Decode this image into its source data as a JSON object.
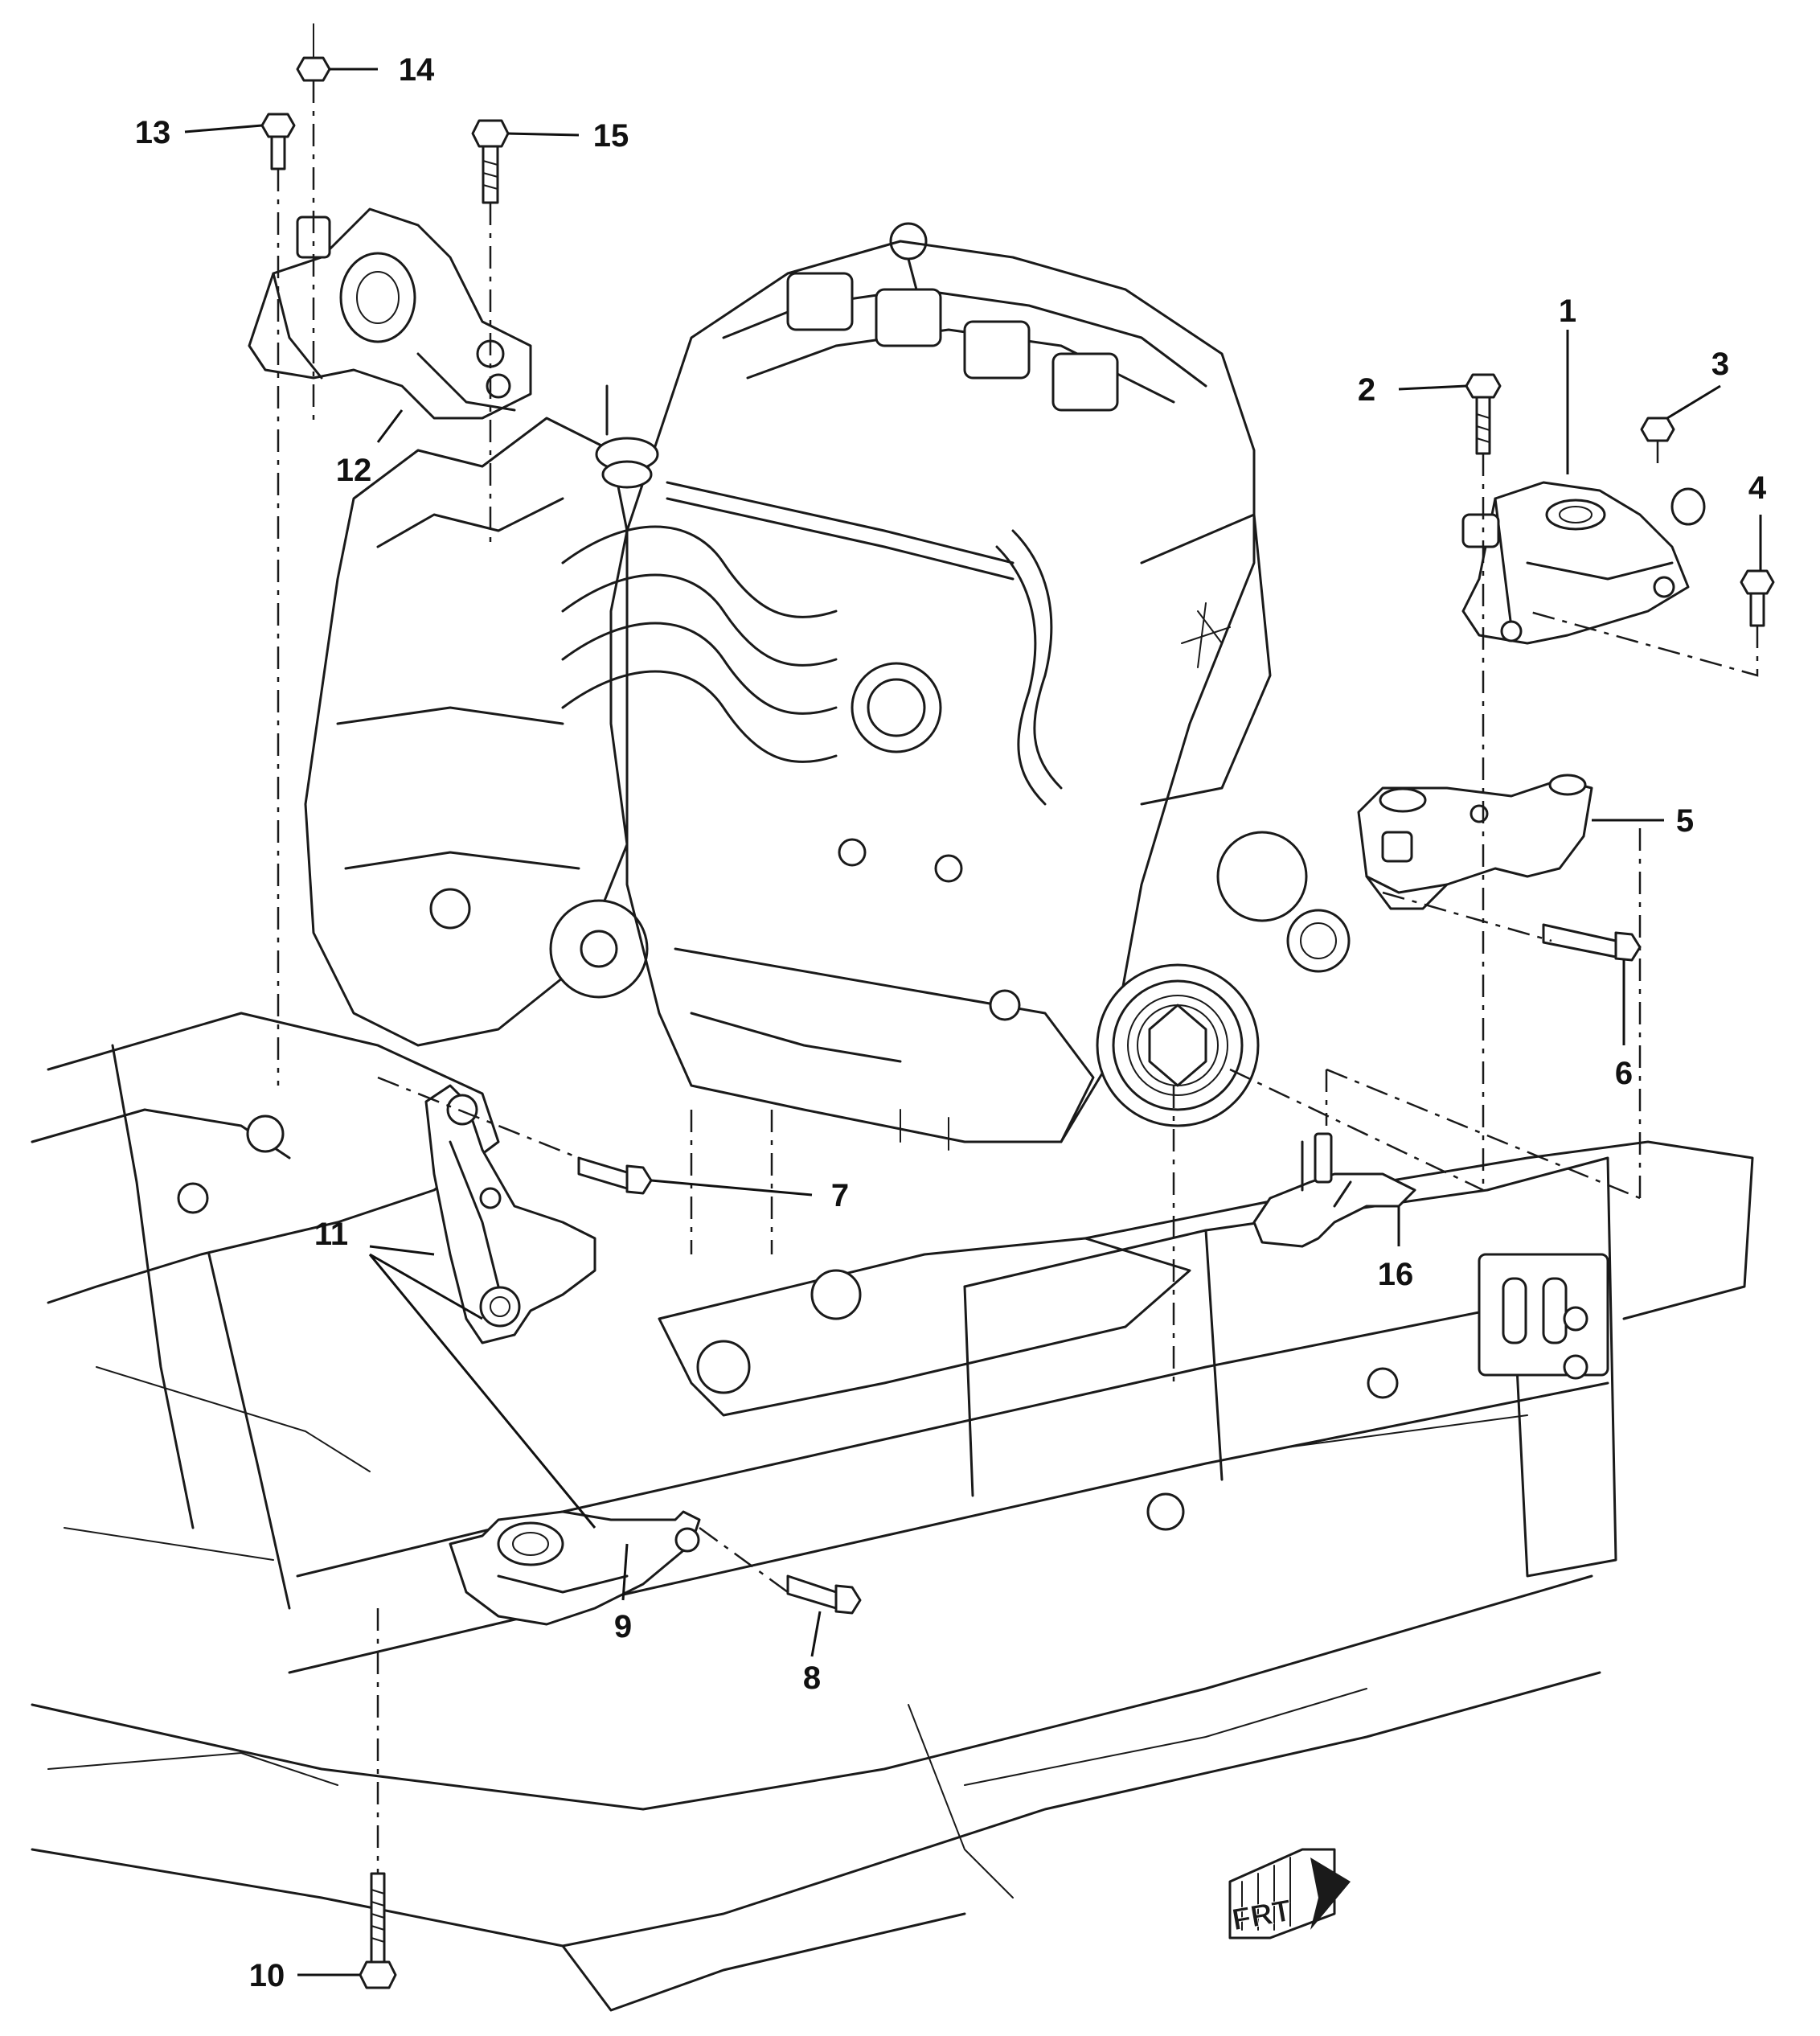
{
  "callouts": {
    "c1": "1",
    "c2": "2",
    "c3": "3",
    "c4": "4",
    "c5": "5",
    "c6": "6",
    "c7": "7",
    "c8": "8",
    "c9": "9",
    "c10": "10",
    "c11": "11",
    "c12": "12",
    "c13": "13",
    "c14": "14",
    "c15": "15",
    "c16": "16"
  },
  "direction_marker": "FRT",
  "colors": {
    "ink": "#1a1a1a",
    "background": "#ffffff"
  }
}
